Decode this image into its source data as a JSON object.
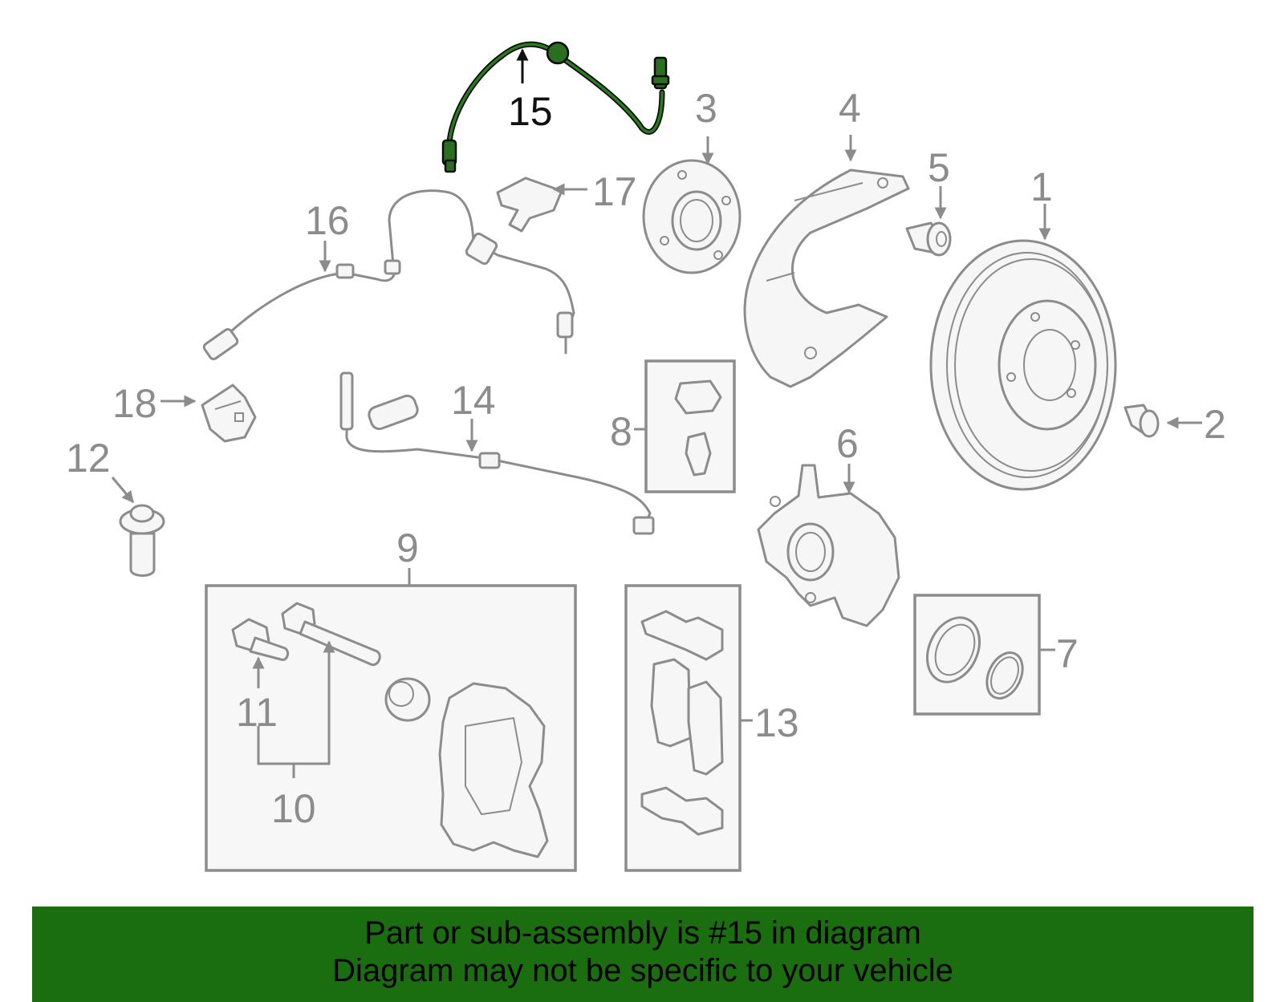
{
  "callouts": {
    "c1": "1",
    "c2": "2",
    "c3": "3",
    "c4": "4",
    "c5": "5",
    "c6": "6",
    "c7": "7",
    "c8": "8",
    "c9": "9",
    "c10": "10",
    "c11": "11",
    "c12": "12",
    "c13": "13",
    "c14": "14",
    "c15": "15",
    "c16": "16",
    "c17": "17",
    "c18": "18"
  },
  "highlight": {
    "part_number": "15",
    "color_fill": "#2a6e1f",
    "color_outline": "#0a0a0a"
  },
  "banner": {
    "line1": "Part or sub-assembly is #15 in diagram",
    "line2": "Diagram may not be specific to your vehicle",
    "background": "#1b6e0f"
  }
}
